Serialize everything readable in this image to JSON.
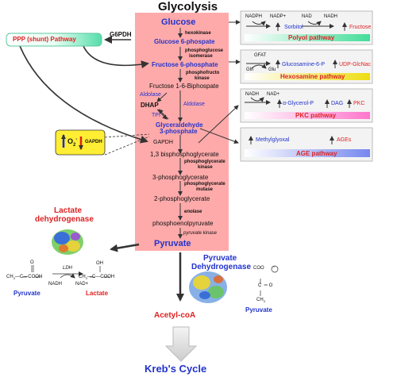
{
  "title": "Glycolysis",
  "main": {
    "glucose": "Glucose",
    "g6p": "Glucose 6-phospate",
    "f6p": "Fructose 6-phosphate",
    "f16bp": "Fructose 1-6-Biphospate",
    "dhap": "DHAP",
    "tpi": "TPI",
    "g3p_line1": "Glyceraldehyde",
    "g3p_line2": "3-phosphate",
    "gapdh": "GAPDH",
    "bpg": "1,3 bisphosphoglycerate",
    "pg3": "3-phosphoglycerate",
    "pg2": "2-phosphoglycerate",
    "pep": "phosphoenolpyruvate",
    "pyruvate": "Pyruvate"
  },
  "enzymes": {
    "hexokinase": "hexokinase",
    "pgi_1": "phosphoglucose",
    "pgi_2": "isomerase",
    "pfk_1": "phosphofructo",
    "pfk_2": "kinase",
    "aldolase_left": "Aldolase",
    "aldolase_right": "Aldolase",
    "pgk_1": "phosphoglycerate",
    "pgk_2": "kinase",
    "pgm_1": "phosphoglycerate",
    "pgm_2": "mutase",
    "enolase": "enolase",
    "pyruvate_kinase": "pyruvate kinase"
  },
  "ppp": {
    "label": "PPP (shunt) Pathway",
    "enzyme": "G6PDH"
  },
  "superoxide": {
    "o2": "O",
    "sub": "2",
    "sup": "-",
    "gapdh": "GAPDH"
  },
  "polyol": {
    "nadph": "NADPH",
    "nadp": "NADP+",
    "nad": "NAD",
    "nadh": "NADH",
    "sorbitol": "Sorbitol",
    "fructose": "Fructose",
    "title": "Polyol pathway"
  },
  "hexosamine": {
    "gfat": "GFAT",
    "gln": "Gln",
    "glu": "Glu",
    "glcn6p": "Glucosamine-6-P",
    "udp": "UDP-GlcNac",
    "title": "Hexosamine pathway"
  },
  "pkc": {
    "nadh": "NADH",
    "nad": "NAD+",
    "glycerol": "α-Glycerol-P",
    "dag": "DAG",
    "pkc": "PKC",
    "title": "PKC pathway"
  },
  "age": {
    "methylglyoxal": "Methylglyoxal",
    "ages": "AGEs",
    "title": "AGE pathway"
  },
  "lactate_branch": {
    "title_1": "Lactate",
    "title_2": "dehydrogenase",
    "ldh": "LDH",
    "nadh": "NADH",
    "nad": "NAD+",
    "pyruvate": "Pyruvate",
    "lactate": "Lactate"
  },
  "pdh_branch": {
    "title_1": "Pyruvate",
    "title_2": "Dehydrogenase",
    "pyruvate": "Pyruvate"
  },
  "acetyl": "Acetyl-coA",
  "krebs": "Kreb's Cycle",
  "colors": {
    "main_panel": "#ffaaaa",
    "main_text": "#2233cc",
    "side_red": "#dd2222",
    "polyol_band": "#55dd99",
    "hexosamine_band": "#eedd22",
    "pkc_band": "#ff88cc",
    "age_band": "#8899ee",
    "superoxide_box": "#ffee33"
  }
}
